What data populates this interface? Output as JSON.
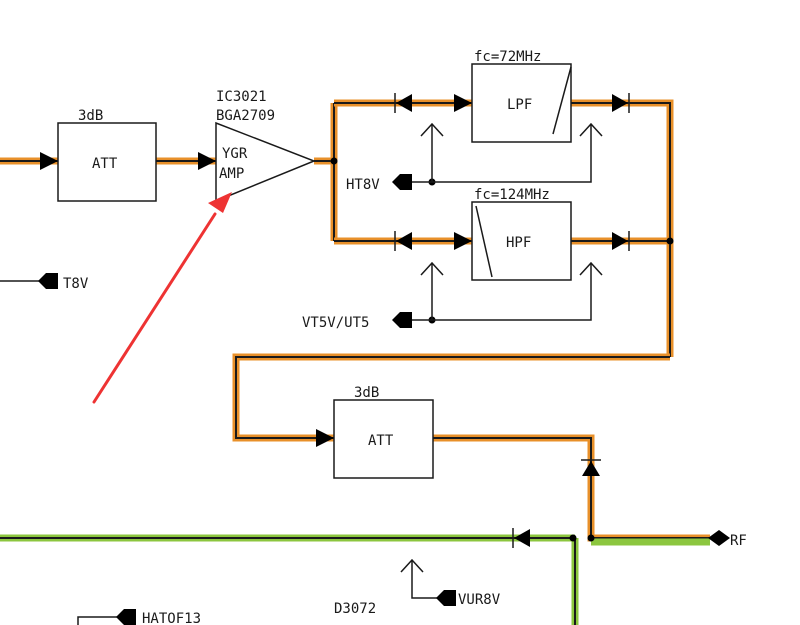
{
  "blocks": {
    "att_in": {
      "title": "3dB",
      "label": "ATT"
    },
    "amp": {
      "ref": "IC3021",
      "part": "BGA2709",
      "line1": "YGR",
      "line2": "AMP"
    },
    "lpf": {
      "title": "fc=72MHz",
      "label": "LPF"
    },
    "hpf": {
      "title": "fc=124MHz",
      "label": "HPF"
    },
    "att_out": {
      "title": "3dB",
      "label": "ATT"
    }
  },
  "ports": {
    "t8v": "T8V",
    "ht8v": "HT8V",
    "vt5v": "VT5V/UT5",
    "rf": "RF",
    "vur8v": "VUR8V",
    "hatof13": "HATOF13",
    "d3072": "D3072"
  },
  "colors": {
    "signal_path": "#e8902a",
    "green_path": "#8cc63f",
    "annotation_arrow": "#ee3333"
  }
}
